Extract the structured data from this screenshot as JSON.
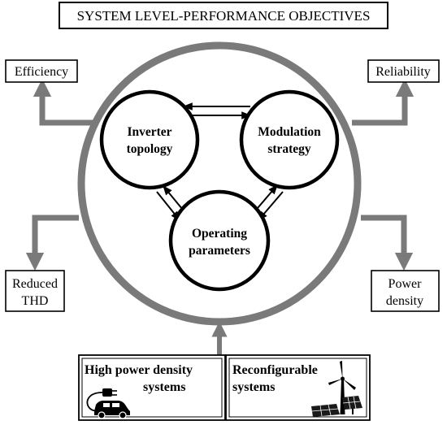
{
  "title": "SYSTEM LEVEL-PERFORMANCE OBJECTIVES",
  "objectives": {
    "efficiency": "Efficiency",
    "reliability": "Reliability",
    "reduced_thd": [
      "Reduced",
      "THD"
    ],
    "power_density": [
      "Power",
      "density"
    ]
  },
  "nodes": {
    "inverter_topology": [
      "Inverter",
      "topology"
    ],
    "modulation_strategy": [
      "Modulation",
      "strategy"
    ],
    "operating_parameters": [
      "Operating",
      "parameters"
    ]
  },
  "applications": {
    "high_power_density": [
      "High power density",
      "systems"
    ],
    "reconfigurable": [
      "Reconfigurable",
      "systems"
    ]
  },
  "icons": [
    "electric-car-icon",
    "wind-turbine-icon",
    "solar-panel-icon"
  ],
  "colors": {
    "outer_ring": "#7a7a7a",
    "connector": "#7a7a7a",
    "stroke": "#000000",
    "background": "#ffffff"
  }
}
